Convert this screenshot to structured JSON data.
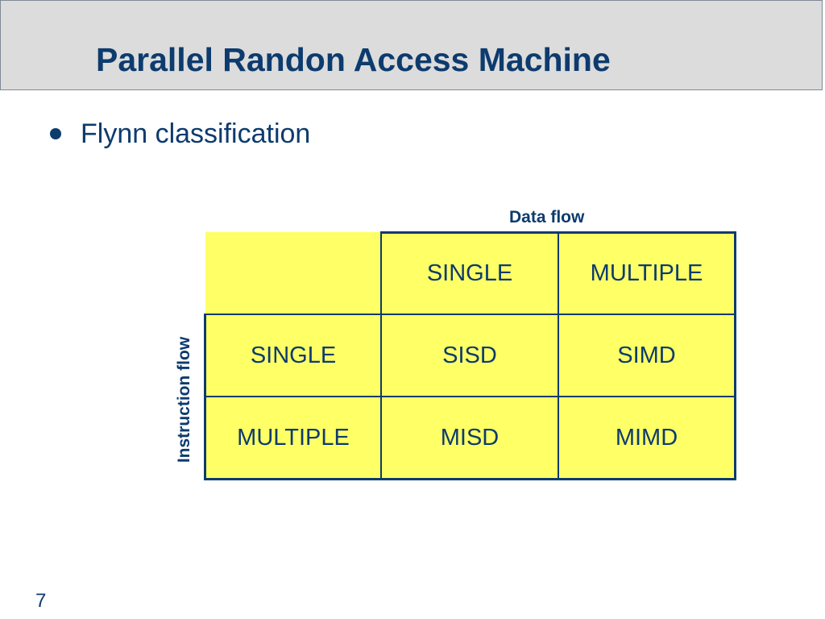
{
  "slide": {
    "title": "Parallel Randon Access Machine",
    "bullet": "Flynn classification",
    "page_number": "7"
  },
  "table": {
    "column_axis_label": "Data flow",
    "row_axis_label": "Instruction flow",
    "column_headers": [
      "SINGLE",
      "MULTIPLE"
    ],
    "rows": [
      {
        "header": "SINGLE",
        "cells": [
          "SISD",
          "SIMD"
        ]
      },
      {
        "header": "MULTIPLE",
        "cells": [
          "MISD",
          "MIMD"
        ]
      }
    ]
  },
  "colors": {
    "text": "#0d3b6e",
    "title_bar": "#dcdcdc",
    "cell_fill": "#ffff66"
  }
}
